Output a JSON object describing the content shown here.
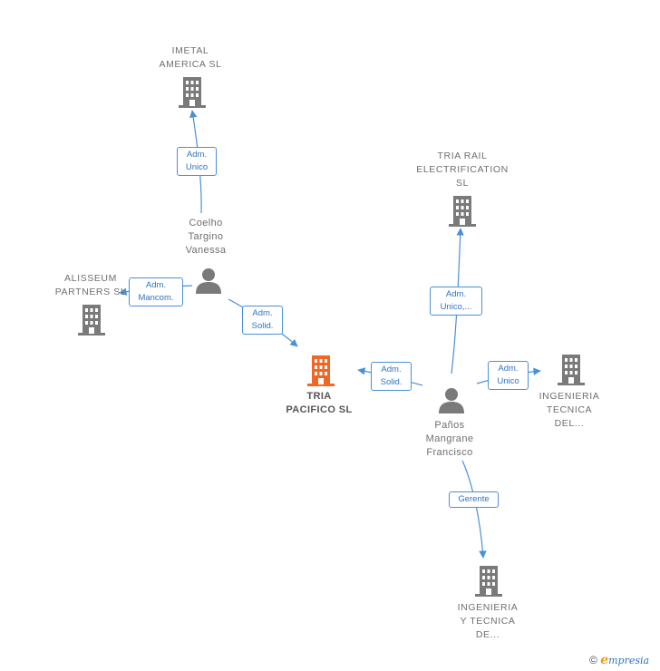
{
  "nodes": {
    "imetal": {
      "label": "IMETAL\nAMERICA  SL",
      "type": "company"
    },
    "tria_rail": {
      "label": "TRIA RAIL\nELECTRIFICATION\nSL",
      "type": "company"
    },
    "coelho": {
      "label": "Coelho\nTargino\nVanessa",
      "type": "person"
    },
    "alisseum": {
      "label": "ALISSEUM\nPARTNERS  SL",
      "type": "company"
    },
    "tria_pacifico": {
      "label": "TRIA\nPACIFICO  SL",
      "type": "company-focus"
    },
    "panos": {
      "label": "Paños\nMangrane\nFrancisco",
      "type": "person"
    },
    "ingenieria_tecnica": {
      "label": "INGENIERIA\nTECNICA\nDEL...",
      "type": "company"
    },
    "ingenieria_y_tecnica": {
      "label": "INGENIERIA\nY TECNICA\nDE...",
      "type": "company"
    }
  },
  "edges": {
    "coelho_imetal": "Adm.\nUnico",
    "coelho_alisseum": "Adm.\nMancom.",
    "coelho_tria_pacifico": "Adm.\nSolid.",
    "panos_tria_rail": "Adm.\nUnico,...",
    "panos_tria_pacifico": "Adm.\nSolid.",
    "panos_ingenieria_tecnica": "Adm.\nUnico",
    "panos_ingenieria_y_tecnica": "Gerente"
  },
  "colors": {
    "edge": "#4a90d9",
    "icon": "#7a7a7a",
    "focus_icon": "#f26522"
  },
  "footer": {
    "copyright_symbol": "©",
    "brand_initial": "e",
    "brand_rest": "mpresia"
  }
}
